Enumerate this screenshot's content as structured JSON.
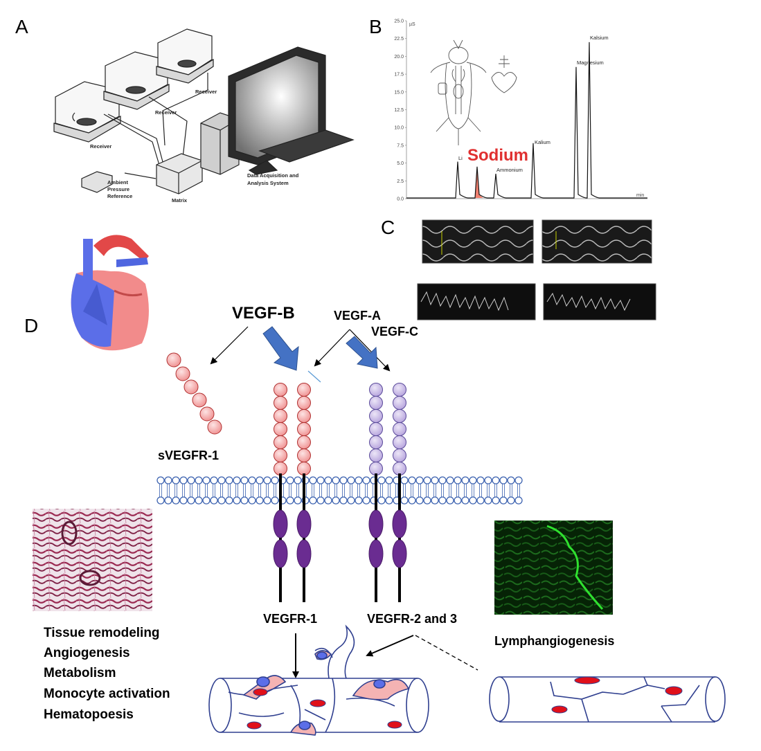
{
  "panels": {
    "a": "A",
    "b": "B",
    "c": "C",
    "d": "D"
  },
  "panel_a": {
    "receiver_labels": [
      "Receiver",
      "Receiver",
      "Receiver"
    ],
    "ambient_label": [
      "Ambient",
      "Pressure",
      "Reference"
    ],
    "matrix_label": "Matrix",
    "daq_label": [
      "Data Acquisition and",
      "Analysis System"
    ]
  },
  "panel_b": {
    "unit": "µS",
    "x_unit": "min",
    "y_ticks": [
      "25.0",
      "22.5",
      "20.0",
      "17.5",
      "15.0",
      "12.5",
      "10.0",
      "7.5",
      "5.0",
      "2.5",
      "0.0"
    ],
    "peaks": [
      {
        "label": "Li",
        "value": 5.2
      },
      {
        "label": "Sodium",
        "value": 4.5
      },
      {
        "label": "Ammonium",
        "value": 3.5
      },
      {
        "label": "Kalium",
        "value": 7.8
      },
      {
        "label": "Magnesium",
        "value": 18.5
      },
      {
        "label": "Kalsium",
        "value": 22.0
      }
    ],
    "highlight_label": "Sodium",
    "highlight_color": "#e03030",
    "ylim": [
      0,
      25
    ]
  },
  "panel_d": {
    "ligands": {
      "vegf_b": "VEGF-B",
      "vegf_a": "VEGF-A",
      "vegf_c": "VEGF-C"
    },
    "soluble_receptor": "sVEGFR-1",
    "receptor_1": "VEGFR-1",
    "receptor_2_3": "VEGFR-2 and 3",
    "left_effects": [
      "Tissue remodeling",
      "Angiogenesis",
      "Metabolism",
      "Monocyte activation",
      "Hematopoesis"
    ],
    "right_effect": "Lymphangiogenesis",
    "colors": {
      "vegfr1_domain": "#f4a3a3",
      "vegfr23_domain": "#c7b7e6",
      "intracellular": "#6a2c91",
      "membrane": "#3d63b0",
      "arrow_blue": "#4472c4",
      "cell_pink": "#f4b3b3",
      "cell_red": "#e0101a"
    }
  }
}
